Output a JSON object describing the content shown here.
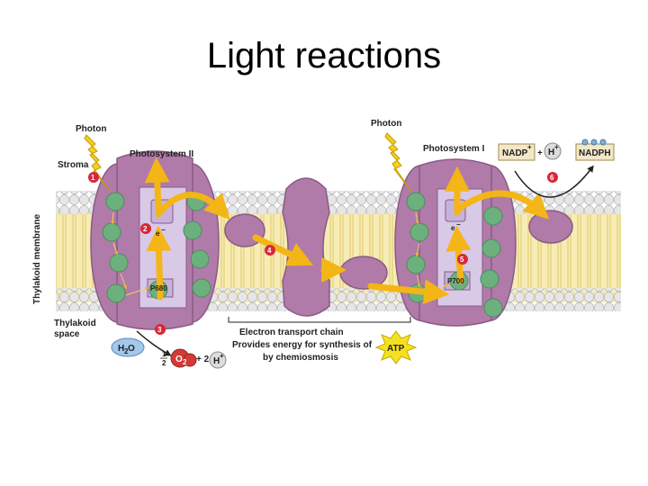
{
  "title": "Light reactions",
  "labels": {
    "photon_left": "Photon",
    "photon_right": "Photon",
    "stroma": "Stroma",
    "photosystem_ii": "Photosystem II",
    "photosystem_i": "Photosystem I",
    "thylakoid_membrane": "Thylakoid membrane",
    "thylakoid_space_1": "Thylakoid",
    "thylakoid_space_2": "space",
    "p680": "P680",
    "p700": "P700",
    "electron_1": "e",
    "electron_2": "e",
    "electron_charge": "−",
    "etc_line1": "Electron transport chain",
    "etc_line2": "Provides energy for synthesis of",
    "etc_line3": "by chemiosmosis",
    "atp": "ATP",
    "h2o_h": "H",
    "h2o_sub": "2",
    "h2o_o": "O",
    "half_num": "1",
    "half_den": "2",
    "o2_o": "O",
    "o2_sub": "2",
    "plus_2": "+ 2",
    "h_plus_1": "H",
    "h_plus_2": "H",
    "plus_sign": "+",
    "nadp": "NADP",
    "plus_mid": "+",
    "nadph": "NADPH"
  },
  "steps": [
    "1",
    "2",
    "3",
    "4",
    "5",
    "6"
  ],
  "colors": {
    "protein": "#b07ba8",
    "protein_dark": "#8a5a86",
    "chlorophyll": "#6cb07e",
    "arrow": "#f4b516",
    "step_circle": "#d6283a",
    "membrane_head": "#e4e4e4",
    "membrane_tail": "#f3e7a4"
  }
}
